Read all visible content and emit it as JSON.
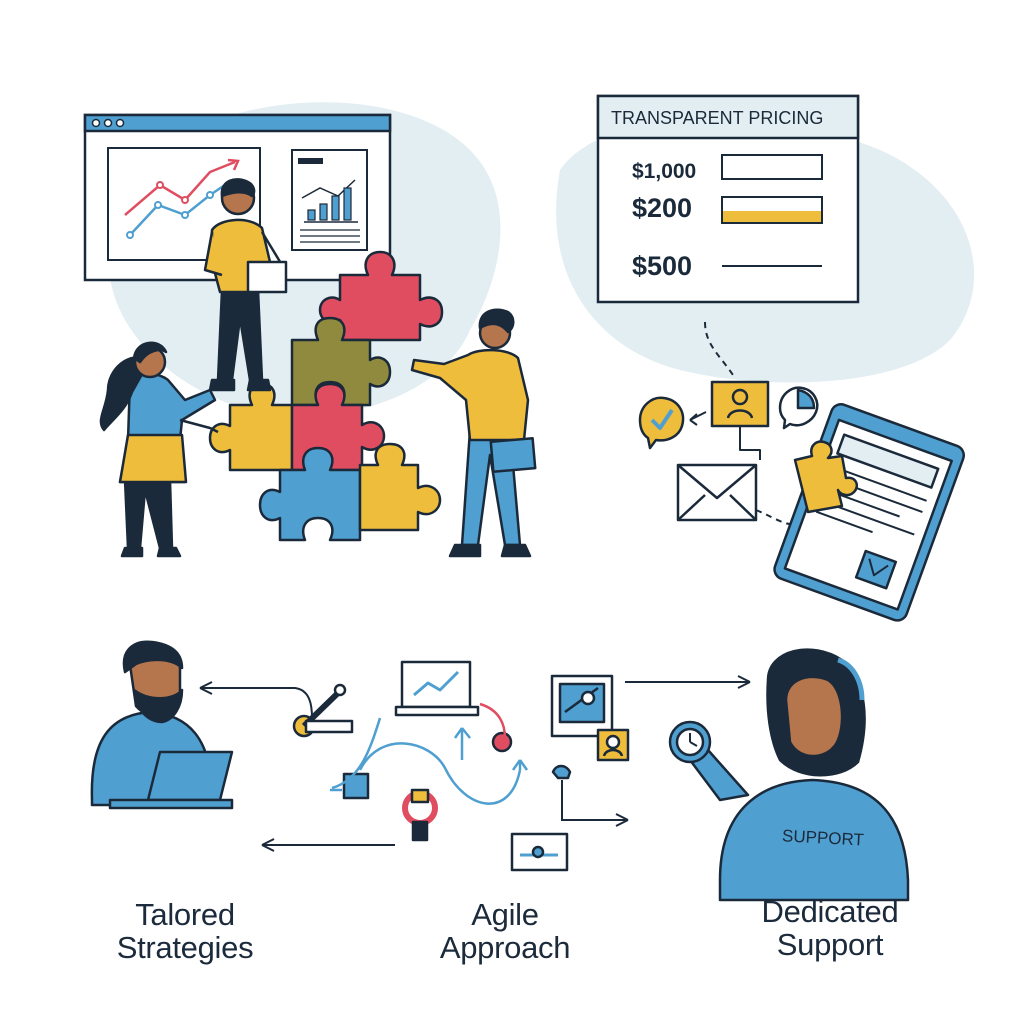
{
  "pricing_panel": {
    "title": "TRANSPARENT PRICING",
    "prices": [
      "$1,000",
      "$200",
      "$500"
    ]
  },
  "support_shirt": {
    "text": "SUPPORT"
  },
  "captions": {
    "tailored": {
      "line1": "Talored",
      "line2": "Strategies"
    },
    "agile": {
      "line1": "Agile",
      "line2": "Approach"
    },
    "support": {
      "line1": "Dedicated",
      "line2": "Support"
    }
  },
  "colors": {
    "outline": "#1b2a3a",
    "blue": "#4f9fd1",
    "yellow": "#efbd3c",
    "red": "#e04d60",
    "olive": "#8f8a3e",
    "pale_blob": "#e3eef3"
  }
}
